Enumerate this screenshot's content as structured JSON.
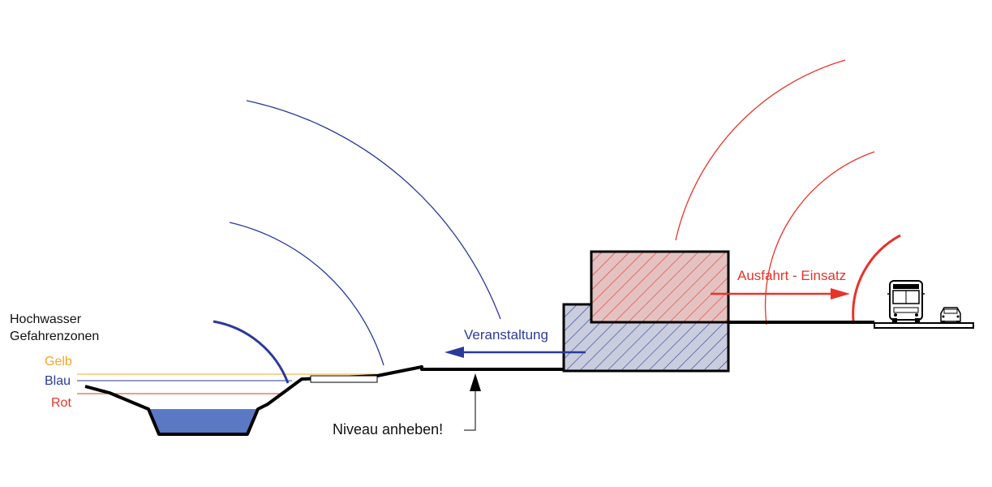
{
  "legend": {
    "title_line1": "Hochwasser",
    "title_line2": "Gefahrenzonen",
    "zones": [
      {
        "label": "Gelb",
        "color": "#f5a623"
      },
      {
        "label": "Blau",
        "color": "#2b3a9a"
      },
      {
        "label": "Rot",
        "color": "#e8332a"
      }
    ]
  },
  "labels": {
    "event": "Veranstaltung",
    "exit": "Ausfahrt - Einsatz",
    "raise_level": "Niveau anheben!"
  },
  "colors": {
    "blue": "#2b3a9a",
    "red": "#e8332a",
    "water": "#5b78c4",
    "hatch_blue_fill": "#c9cddd",
    "hatch_red_fill": "#e4c2c2",
    "ground": "#000000"
  },
  "icons": [
    "bus-icon",
    "car-icon",
    "arrow-up-icon",
    "arrow-left-icon",
    "arrow-right-icon"
  ]
}
